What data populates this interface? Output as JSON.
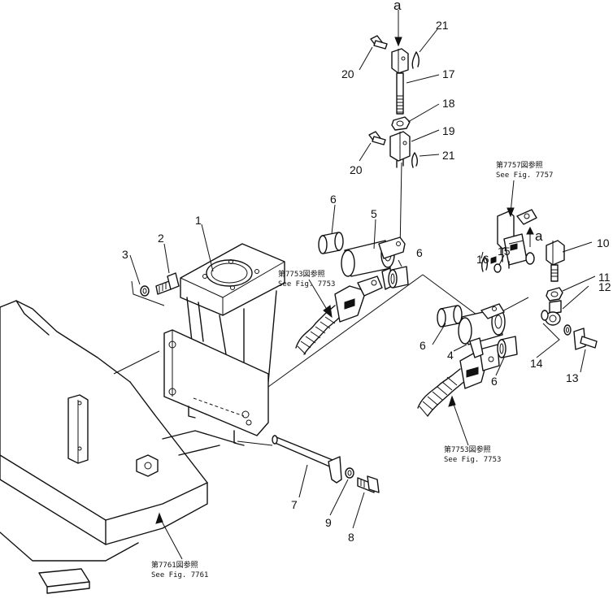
{
  "callouts": {
    "p1": "1",
    "p2": "2",
    "p3": "3",
    "p4": "4",
    "p5": "5",
    "p6a": "6",
    "p6b": "6",
    "p6c": "6",
    "p6d": "6",
    "p7": "7",
    "p8": "8",
    "p9": "9",
    "p10": "10",
    "p11": "11",
    "p12": "12",
    "p13": "13",
    "p14": "14",
    "p15": "15",
    "p16": "16",
    "p17": "17",
    "p18": "18",
    "p19": "19",
    "p20a": "20",
    "p20b": "20",
    "p21a": "21",
    "p21b": "21"
  },
  "view_marks": {
    "top": "a",
    "right": "a"
  },
  "references": {
    "fig7757_jp": "第7757図参照",
    "fig7757_en": "See Fig. 7757",
    "fig7753a_jp": "第7753図参照",
    "fig7753a_en": "See Fig. 7753",
    "fig7753b_jp": "第7753図参照",
    "fig7753b_en": "See Fig. 7753",
    "fig7761_jp": "第7761図参照",
    "fig7761_en": "See Fig. 7761"
  }
}
